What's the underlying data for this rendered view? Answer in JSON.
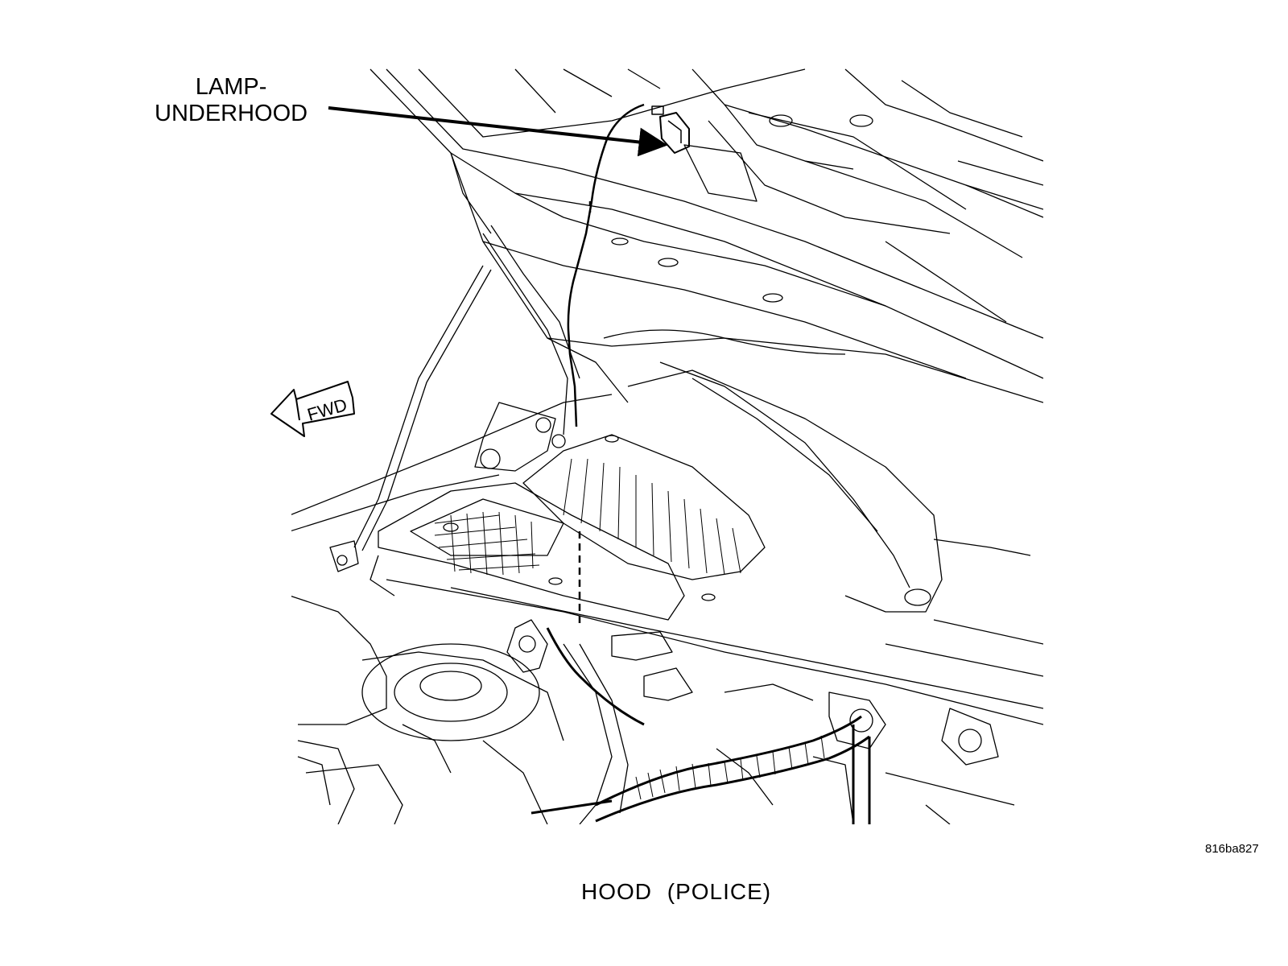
{
  "callout": {
    "line1": "LAMP-",
    "line2": "UNDERHOOD"
  },
  "direction_arrow": {
    "text": "FWD"
  },
  "figure_id": "816ba827",
  "caption": "HOOD   (POLICE)",
  "colors": {
    "ink": "#000000",
    "paper": "#ffffff"
  }
}
